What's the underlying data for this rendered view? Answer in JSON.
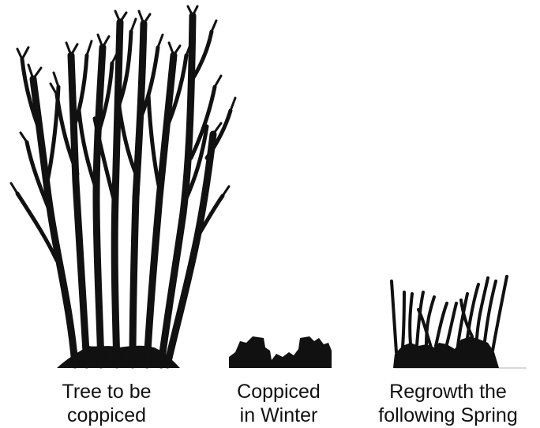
{
  "stages": [
    {
      "line1": "Tree to be",
      "line2": "coppiced"
    },
    {
      "line1": "Coppiced",
      "line2": "in Winter"
    },
    {
      "line1": "Regrowth the",
      "line2": "following Spring"
    }
  ],
  "colors": {
    "silhouette": "#111111",
    "background": "#ffffff",
    "ground": "#cccccc"
  }
}
